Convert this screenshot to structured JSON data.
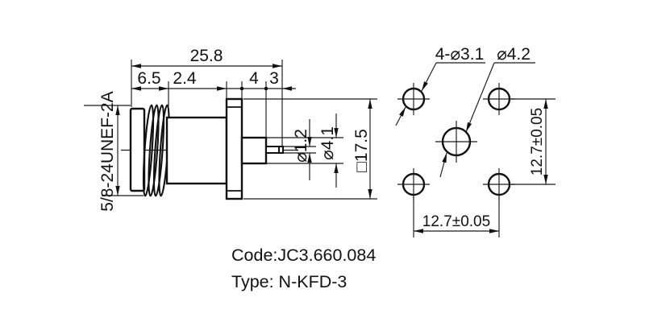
{
  "drawing": {
    "colors": {
      "ink": "#111111",
      "background": "#ffffff"
    },
    "left_view": {
      "thread_label": "5/8-24UNEF-2A",
      "dim_overall": "25.8",
      "dim_thread_length": "6.5",
      "dim_flange_thickness": "2.4",
      "dim_rear_body": "4",
      "dim_pin_length": "3",
      "dim_pin_diameter": "⌀1.2",
      "dim_insulator_diameter": "⌀4.1",
      "dim_flange_square": "□17.5"
    },
    "right_view": {
      "mount_holes_label": "4-⌀3.1",
      "center_hole_label": "⌀4.2",
      "dim_hole_spacing_horizontal": "12.7±0.05",
      "dim_hole_spacing_vertical": "12.7±0.05"
    },
    "footer": {
      "code": "Code:JC3.660.084",
      "type": "Type: N-KFD-3"
    }
  }
}
